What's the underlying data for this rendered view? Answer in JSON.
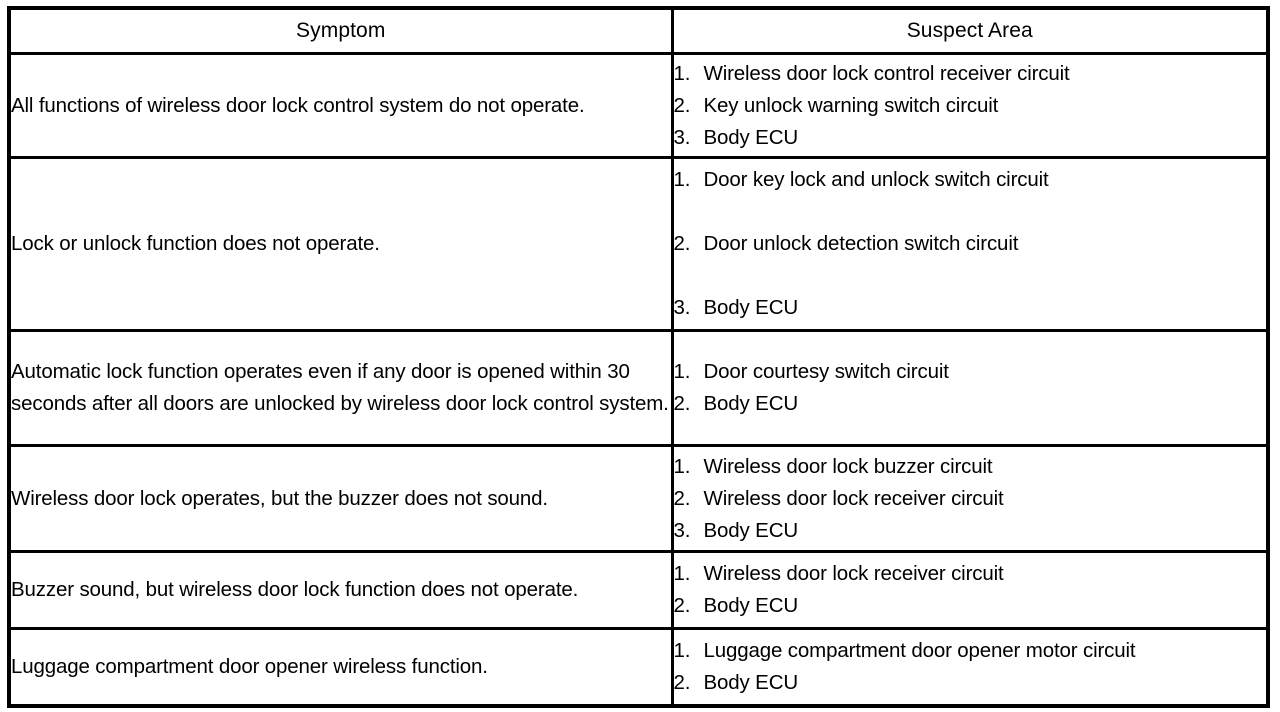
{
  "table": {
    "columns": [
      {
        "key": "symptom",
        "header": "Symptom"
      },
      {
        "key": "suspect_area",
        "header": "Suspect Area"
      }
    ],
    "rows": [
      {
        "symptom": "All functions of wireless door lock control system do not operate.",
        "suspect_area": [
          {
            "num": "1.",
            "text": "Wireless door lock control receiver circuit"
          },
          {
            "num": "2.",
            "text": "Key unlock warning switch circuit"
          },
          {
            "num": "3.",
            "text": "Body ECU"
          }
        ]
      },
      {
        "symptom": "Lock or unlock function does not operate.",
        "suspect_area": [
          {
            "num": "1.",
            "text": "Door key lock and unlock switch circuit"
          },
          {
            "num": "2.",
            "text": "Door unlock detection switch circuit"
          },
          {
            "num": "3.",
            "text": "Body ECU"
          }
        ]
      },
      {
        "symptom": "Automatic lock function operates even if any door is opened within 30 seconds after all doors are unlocked by wireless door lock control system.",
        "suspect_area": [
          {
            "num": "1.",
            "text": "Door courtesy switch circuit"
          },
          {
            "num": "2.",
            "text": "Body ECU"
          }
        ]
      },
      {
        "symptom": "Wireless door lock operates, but the buzzer does not sound.",
        "suspect_area": [
          {
            "num": "1.",
            "text": "Wireless door lock buzzer circuit"
          },
          {
            "num": "2.",
            "text": "Wireless door lock receiver circuit"
          },
          {
            "num": "3.",
            "text": "Body ECU"
          }
        ]
      },
      {
        "symptom": "Buzzer sound, but wireless door lock function does not operate.",
        "suspect_area": [
          {
            "num": "1.",
            "text": "Wireless door lock receiver circuit"
          },
          {
            "num": "2.",
            "text": "Body ECU"
          }
        ]
      },
      {
        "symptom": "Luggage compartment door opener wireless function.",
        "suspect_area": [
          {
            "num": "1.",
            "text": "Luggage compartment door opener motor circuit"
          },
          {
            "num": "2.",
            "text": "Body ECU"
          }
        ]
      }
    ]
  },
  "colors": {
    "border": "#000000",
    "text": "#000000",
    "background": "#ffffff"
  }
}
